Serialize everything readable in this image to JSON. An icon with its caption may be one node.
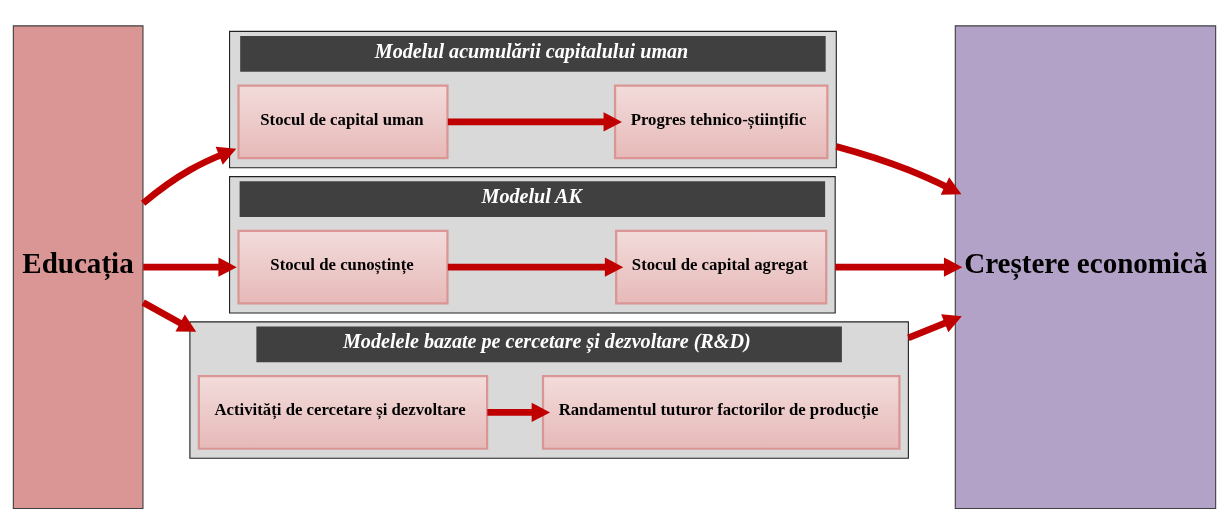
{
  "diagram": {
    "nodes": [
      {
        "text": [
          "Educația"
        ]
      },
      {
        "text": [
          "Modelul acumulării capitalului uman"
        ]
      },
      {
        "text": [
          "Stocul de capital uman"
        ],
        "in": 1
      },
      {
        "text": [
          "Progres tehnico-științific"
        ],
        "in": 1
      },
      {
        "text": [
          "Modelul AK"
        ]
      },
      {
        "text": [
          "Stocul de cunoștințe"
        ],
        "in": 4
      },
      {
        "text": [
          "Stocul de capital agregat"
        ],
        "in": 4
      },
      {
        "text": [
          "Modelele bazate pe cercetare și dezvoltare (R&D)"
        ]
      },
      {
        "text": [
          "Activități de cercetare și dezvoltare"
        ],
        "in": 7
      },
      {
        "text": [
          "Randamentul tuturor factorilor de producție"
        ],
        "in": 7
      },
      {
        "text": [
          "Creștere economică"
        ]
      }
    ],
    "edges": [
      {
        "from": 0,
        "to": 1,
        "arrow": "to"
      },
      {
        "from": 0,
        "to": 4,
        "arrow": "to"
      },
      {
        "from": 0,
        "to": 7,
        "arrow": "to"
      },
      {
        "from": 2,
        "to": 3,
        "arrow": "to"
      },
      {
        "from": 5,
        "to": 6,
        "arrow": "to"
      },
      {
        "from": 8,
        "to": 9,
        "arrow": "to"
      },
      {
        "from": 1,
        "to": 10,
        "arrow": "to"
      },
      {
        "from": 4,
        "to": 10,
        "arrow": "to"
      },
      {
        "from": 7,
        "to": 10,
        "arrow": "to"
      }
    ]
  }
}
